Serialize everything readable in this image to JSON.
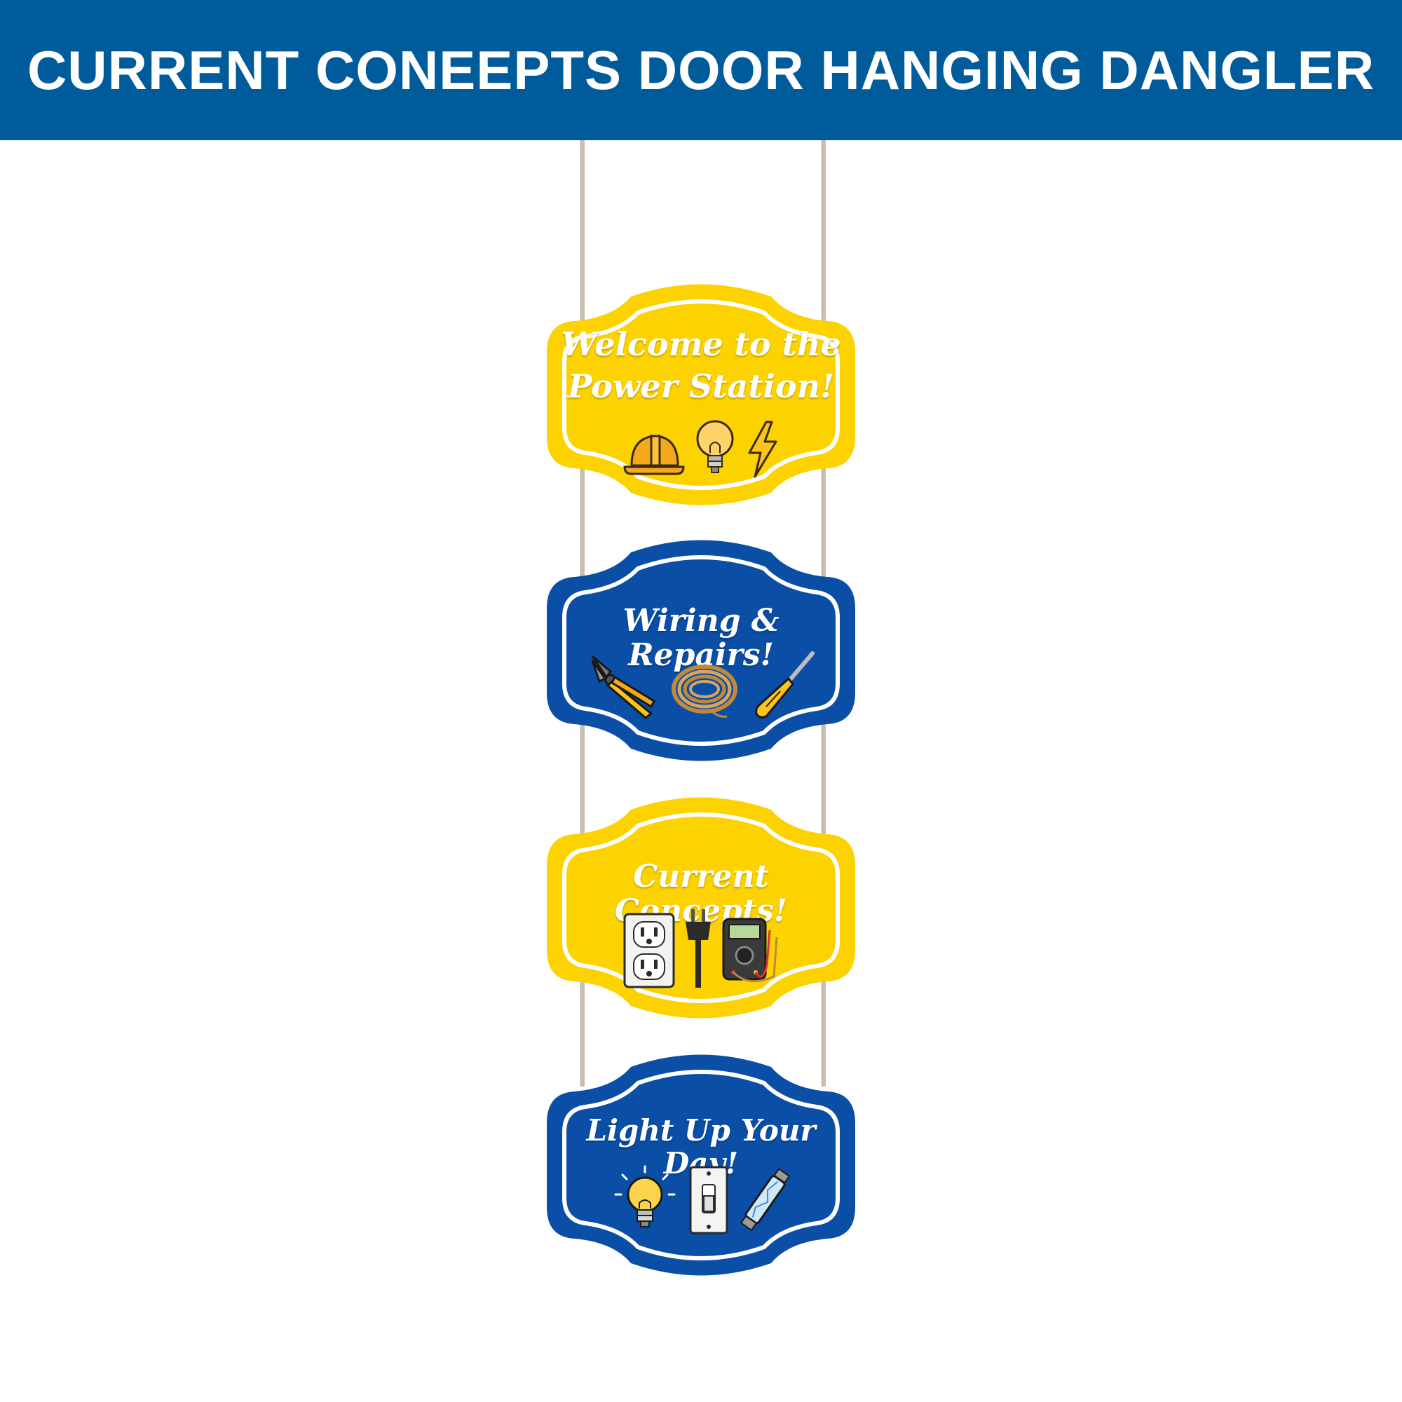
{
  "header": {
    "title": "CURRENT CONEEPTS DOOR HANGING DANGLER"
  },
  "colors": {
    "banner": "#005b9a",
    "yellow": "#fcd200",
    "blue": "#0b4ea6",
    "string": "#c9bfae"
  },
  "signs": [
    {
      "color": "yellow",
      "line1": "Welcome to the",
      "line2": "Power Station!",
      "icons": [
        "hard-hat-icon",
        "light-bulb-icon",
        "lightning-bolt-icon"
      ]
    },
    {
      "color": "blue",
      "line1": "Wiring & Repairs!",
      "line2": "",
      "icons": [
        "pliers-icon",
        "wire-coil-icon",
        "screwdriver-icon"
      ]
    },
    {
      "color": "yellow",
      "line1": "Current Concepts!",
      "line2": "",
      "icons": [
        "power-outlet-icon",
        "power-plug-icon",
        "multimeter-icon"
      ]
    },
    {
      "color": "blue",
      "line1": "Light Up Your Day!",
      "line2": "",
      "icons": [
        "glowing-bulb-icon",
        "light-switch-icon",
        "fuse-icon"
      ]
    }
  ]
}
